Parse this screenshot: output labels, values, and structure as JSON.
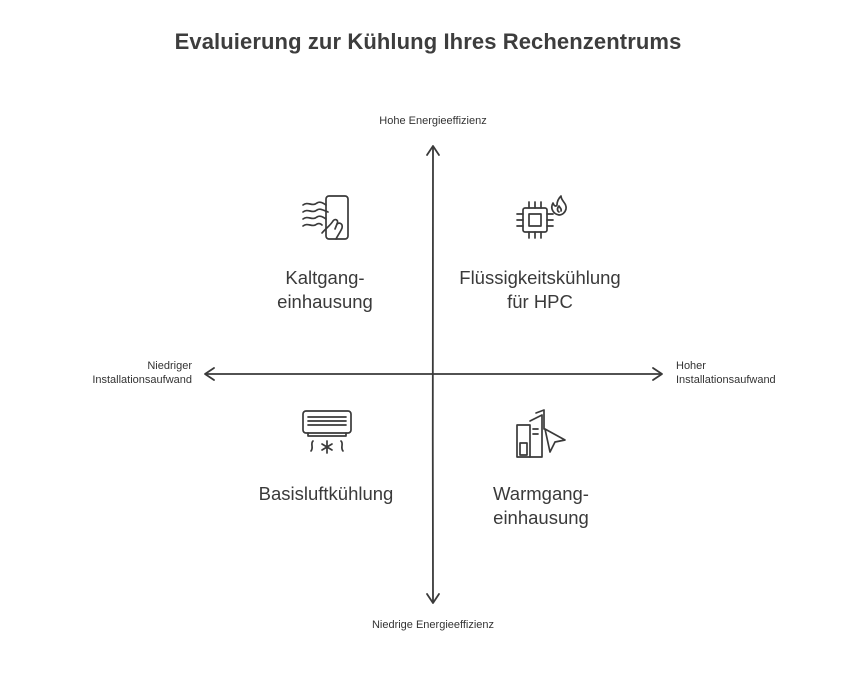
{
  "title": "Evaluierung zur Kühlung Ihres Rechenzentrums",
  "axes": {
    "top": "Hohe Energieeffizienz",
    "bottom": "Niedrige Energieeffizienz",
    "left": [
      "Niedriger",
      "Installationsaufwand"
    ],
    "right": [
      "Hoher",
      "Installationsaufwand"
    ]
  },
  "quadrants": {
    "top_left": {
      "lines": [
        "Kaltgang-",
        "einhausung"
      ],
      "icon": "cold-air-wind-icon"
    },
    "top_right": {
      "lines": [
        "Flüssigkeitskühlung",
        "für HPC"
      ],
      "icon": "cpu-flame-icon"
    },
    "bottom_left": {
      "lines": [
        "Basisluftkühlung"
      ],
      "icon": "air-conditioner-icon"
    },
    "bottom_right": {
      "lines": [
        "Warmgang-",
        "einhausung"
      ],
      "icon": "server-rack-cursor-icon"
    }
  },
  "colors": {
    "stroke": "#3a3a3a",
    "text": "#3a3a3a"
  }
}
